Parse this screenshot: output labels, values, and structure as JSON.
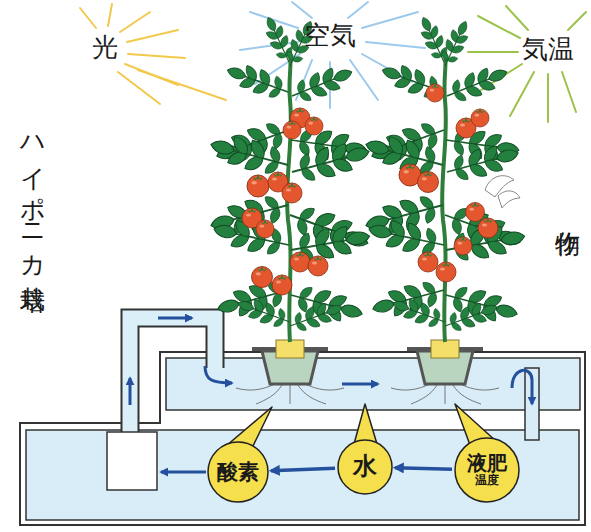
{
  "diagram": {
    "nodes": [
      {
        "text": [
          "酸素"
        ]
      },
      {
        "text": [
          "水"
        ]
      },
      {
        "text": [
          "液肥",
          "温度"
        ]
      }
    ],
    "edges": [
      {
        "from": 2,
        "to": 1,
        "arrow": "to"
      },
      {
        "from": 1,
        "to": 0,
        "arrow": "to"
      }
    ],
    "labels": [
      "光",
      "空気",
      "気温",
      "ハイポニカ栽培",
      "作物"
    ]
  }
}
